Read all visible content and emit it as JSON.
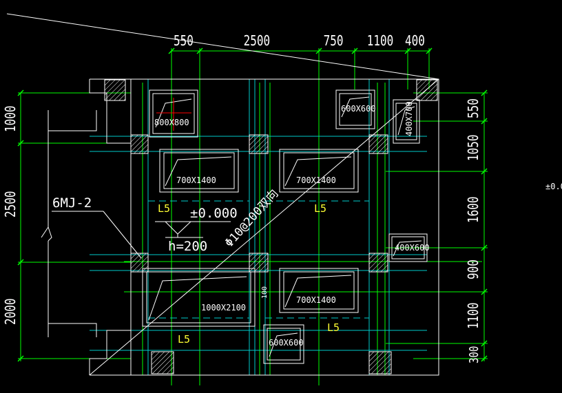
{
  "drawing": {
    "top_dimensions": [
      "550",
      "2500",
      "750",
      "1100",
      "400"
    ],
    "left_dimensions": [
      "1000",
      "2500",
      "2000"
    ],
    "right_dimensions": [
      "550",
      "1050",
      "1600",
      "900",
      "1100",
      "300"
    ],
    "openings": {
      "a": "800X800",
      "b": "600X600",
      "c": "400X700",
      "d": "700X1400",
      "e": "700X1400",
      "f": "400X600",
      "g": "1000X2100",
      "h": "700X1400",
      "i": "600X600"
    },
    "beam_labels": [
      "L5",
      "L5",
      "L5",
      "L5"
    ],
    "elevation_label": "±0.000",
    "elevation_right": "±0.0",
    "thickness_label": "h=200",
    "rebar_note": "Φ10@200双向",
    "wall_tag": "6MJ-2",
    "small_dim": "100"
  },
  "colors": {
    "background": "#000000",
    "dimension_lines": "#00ff00",
    "outline": "#ffffff",
    "axis": "#00cccc",
    "beam_text": "#ffff33",
    "cursor": "#ff0000"
  }
}
